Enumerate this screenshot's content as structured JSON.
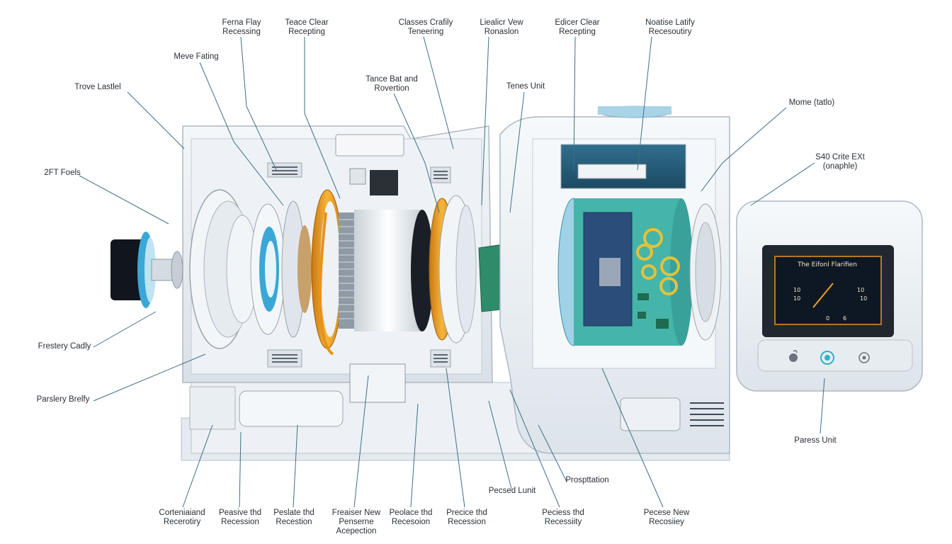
{
  "diagram": {
    "top_labels": [
      {
        "text": "Ferna Flay\nRecessing"
      },
      {
        "text": "Teace Clear\nRecepting"
      },
      {
        "text": "Classes Crafily\nTeneering"
      },
      {
        "text": "Liealicr Vew\nRonaslon"
      },
      {
        "text": "Edicer Clear\nRecepting"
      },
      {
        "text": "Noatise Latify\nRecesoutiry"
      }
    ],
    "upper_labels": [
      {
        "text": "Meve Fating"
      },
      {
        "text": "Trove Lastlel"
      },
      {
        "text": "Tance Bat and\nRovertion"
      },
      {
        "text": "Tenes Unit"
      },
      {
        "text": "Mome (tatlo)"
      },
      {
        "text": "S40 Crite EXt\n(onaphle)"
      }
    ],
    "left_labels": [
      {
        "text": "2FT Foels"
      },
      {
        "text": "Frestery Cadly"
      },
      {
        "text": "Parslery Brelfy"
      }
    ],
    "right_labels": [
      {
        "text": "Paress Unit"
      }
    ],
    "bottom_labels": [
      {
        "text": "Corteniaiand\nRecerotiry"
      },
      {
        "text": "Peasive thd\nRecession"
      },
      {
        "text": "Peslate thd\nRecestion"
      },
      {
        "text": "Freaiser New\nPenserne\nAcepection"
      },
      {
        "text": "Peolace thd\nRecesoion"
      },
      {
        "text": "Precice thd\nRecession"
      },
      {
        "text": "Pecsed Lunit"
      },
      {
        "text": "Prospttation"
      },
      {
        "text": "Peciess thd\nRecessiity"
      },
      {
        "text": "Pecese New\nRecosiiey"
      }
    ],
    "screen": {
      "title": "The Eifonl Flarifien",
      "numbers": [
        "10",
        "10",
        "10",
        "10",
        "0",
        "6"
      ]
    },
    "colors": {
      "body": "#e9eef3",
      "body_edge": "#b9c3cc",
      "accent_orange": "#f0a020",
      "accent_blue": "#3aa7d6",
      "circuit_green": "#2f8c6a",
      "circuit_teal": "#45b5a9",
      "screen_bg": "#0e1824",
      "screen_frame": "#b07828",
      "leader_line": "#3e6f84"
    },
    "icons": [
      "apple-icon",
      "power-icon",
      "settings-icon"
    ]
  }
}
